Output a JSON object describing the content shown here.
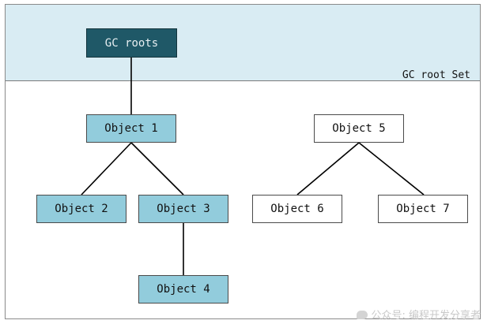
{
  "diagram": {
    "region_label": "GC root Set",
    "root": {
      "label": "GC roots"
    },
    "nodes": {
      "object1": {
        "label": "Object 1",
        "reachable": true
      },
      "object2": {
        "label": "Object 2",
        "reachable": true
      },
      "object3": {
        "label": "Object 3",
        "reachable": true
      },
      "object4": {
        "label": "Object 4",
        "reachable": true
      },
      "object5": {
        "label": "Object 5",
        "reachable": false
      },
      "object6": {
        "label": "Object 6",
        "reachable": false
      },
      "object7": {
        "label": "Object 7",
        "reachable": false
      }
    },
    "edges": [
      {
        "from": "GC roots",
        "to": "Object 1"
      },
      {
        "from": "Object 1",
        "to": "Object 2"
      },
      {
        "from": "Object 1",
        "to": "Object 3"
      },
      {
        "from": "Object 3",
        "to": "Object 4"
      },
      {
        "from": "Object 5",
        "to": "Object 6"
      },
      {
        "from": "Object 5",
        "to": "Object 7"
      }
    ],
    "colors": {
      "root_set_band": "#d9ecf3",
      "root_node": "#1f5867",
      "reachable_node": "#92ccdc",
      "unreachable_node": "#ffffff"
    }
  },
  "watermark": {
    "text": "公众号: 编程开发分享者",
    "icon": "wechat-icon"
  }
}
